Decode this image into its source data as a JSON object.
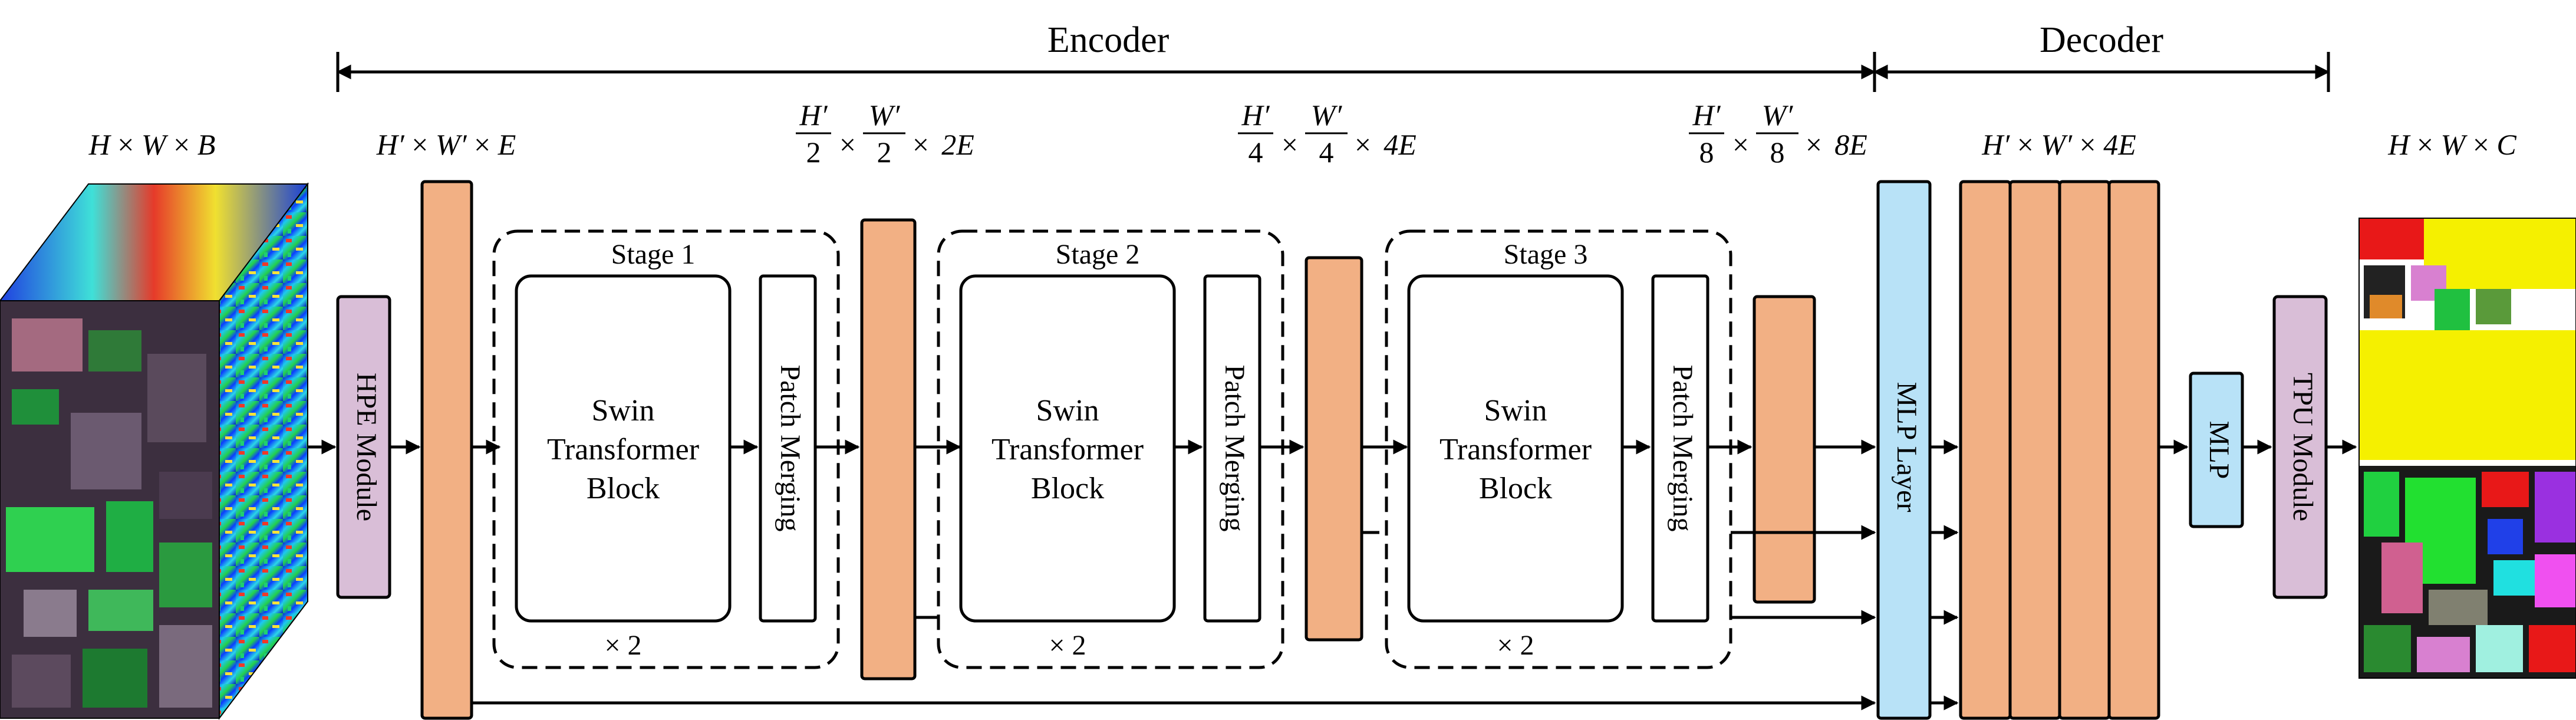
{
  "header": {
    "encoder_label": "Encoder",
    "decoder_label": "Decoder"
  },
  "input_shape": {
    "h": "H",
    "times1": "×",
    "w": "W",
    "times2": "×",
    "b": "B"
  },
  "embed_shape": {
    "h": "H′",
    "times1": "×",
    "w": "W′",
    "times2": "×",
    "e": "E"
  },
  "stage1_shape": {
    "h_num": "H′",
    "h_den": "2",
    "times1": "×",
    "w_num": "W′",
    "w_den": "2",
    "times2": "×",
    "c": "2E"
  },
  "stage2_shape": {
    "h_num": "H′",
    "h_den": "4",
    "times1": "×",
    "w_num": "W′",
    "w_den": "4",
    "times2": "×",
    "c": "4E"
  },
  "stage3_shape": {
    "h_num": "H′",
    "h_den": "8",
    "times1": "×",
    "w_num": "W′",
    "w_den": "8",
    "times2": "×",
    "c": "8E"
  },
  "concat_shape": {
    "h": "H′",
    "times1": "×",
    "w": "W′",
    "times2": "×",
    "c": "4E"
  },
  "output_shape": {
    "h": "H",
    "times1": "×",
    "w": "W",
    "times2": "×",
    "c": "C"
  },
  "modules": {
    "hpe": "HPE Module",
    "mlp_layer": "MLP Layer",
    "mlp": "MLP",
    "tpu": "TPU Module"
  },
  "stages": [
    {
      "title": "Stage 1",
      "block_line1": "Swin",
      "block_line2": "Transformer",
      "block_line3": "Block",
      "merge": "Patch Merging",
      "repeat": "× 2"
    },
    {
      "title": "Stage 2",
      "block_line1": "Swin",
      "block_line2": "Transformer",
      "block_line3": "Block",
      "merge": "Patch Merging",
      "repeat": "× 2"
    },
    {
      "title": "Stage 3",
      "block_line1": "Swin",
      "block_line2": "Transformer",
      "block_line3": "Block",
      "merge": "Patch Merging",
      "repeat": "× 2"
    }
  ],
  "colors": {
    "feature": "#f2b084",
    "module_purple": "#d9bed7",
    "module_blue": "#b8e2f7",
    "line": "#000000"
  }
}
